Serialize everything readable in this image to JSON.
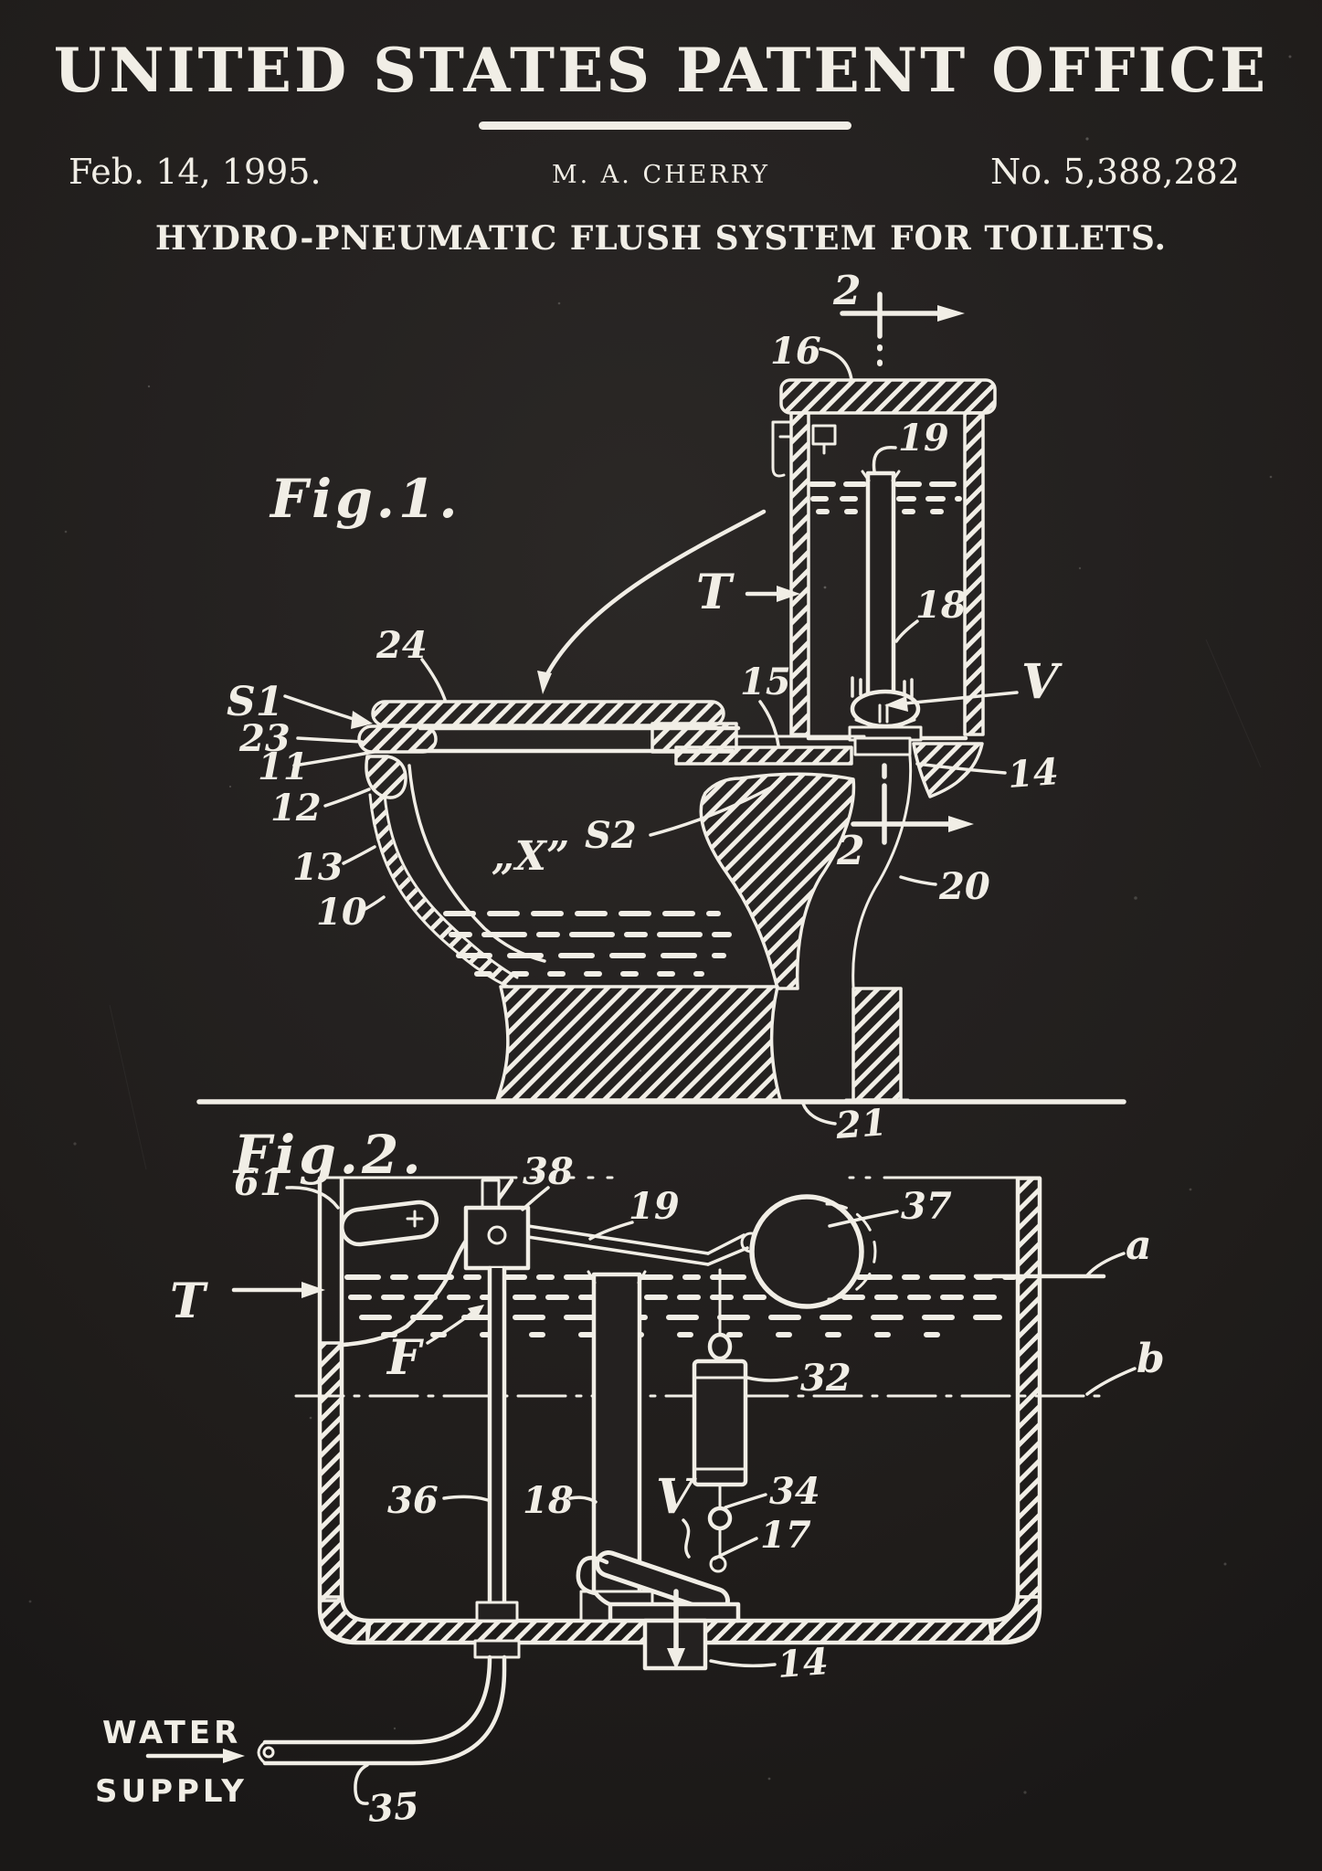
{
  "colors": {
    "background": "#242120",
    "ink": "#f1eee6"
  },
  "header": {
    "office": "UNITED STATES PATENT OFFICE",
    "date": "Feb. 14, 1995.",
    "inventor": "M. A. CHERRY",
    "number": "No. 5,388,282",
    "title": "HYDRO-PNEUMATIC FLUSH SYSTEM FOR TOILETS."
  },
  "fig1": {
    "caption": "Fig.1.",
    "sec_top": "2",
    "sec_mid": "2",
    "n10": "10",
    "n11": "11",
    "n12": "12",
    "n13": "13",
    "n14": "14",
    "n15": "15",
    "n16": "16",
    "n18": "18",
    "n19": "19",
    "n20": "20",
    "n21": "21",
    "n23": "23",
    "n24": "24",
    "s1": "S1",
    "s2": "S2",
    "t": "T",
    "v": "V",
    "x": "„X”"
  },
  "fig2": {
    "caption": "Fig.2.",
    "n14": "14",
    "n17": "17",
    "n18": "18",
    "n19": "19",
    "n32": "32",
    "n34": "34",
    "n35": "35",
    "n36": "36",
    "n37": "37",
    "n38": "38",
    "n61": "61",
    "a": "a",
    "b": "b",
    "t": "T",
    "f": "F",
    "v": "V",
    "water": "WATER",
    "supply": "SUPPLY"
  }
}
